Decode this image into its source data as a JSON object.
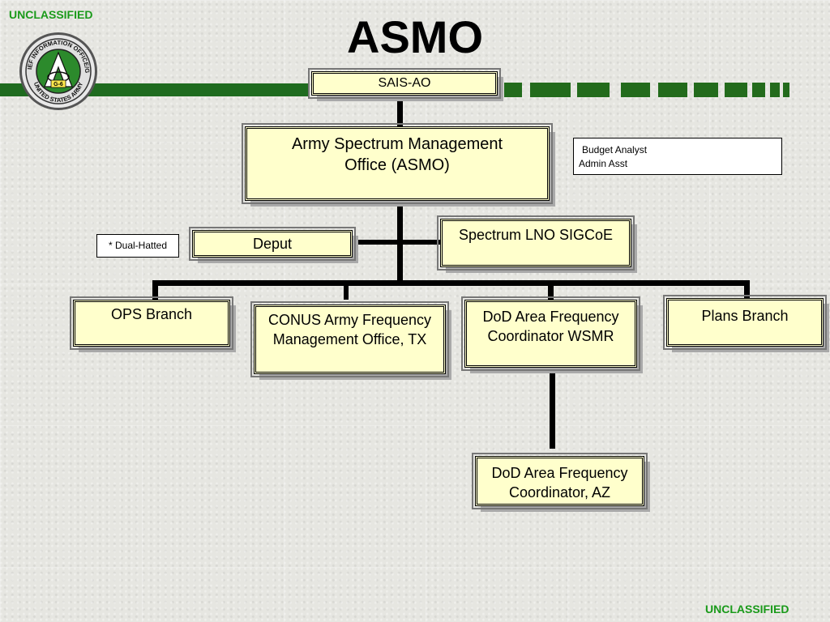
{
  "classification": {
    "top": "UNCLASSIFIED",
    "bottom": "UNCLASSIFIED"
  },
  "title": "ASMO",
  "logo": {
    "ring_text": "CHIEF INFORMATION OFFICE/G-6 • UNITED STATES ARMY",
    "center_text": "G-6",
    "icon": "cio-g6-seal-icon"
  },
  "colors": {
    "accent_green": "#1a9a1a",
    "band_green": "#1f6b1f",
    "box_fill": "#ffffcc"
  },
  "org": {
    "sais_ao": "SAIS-AO",
    "asmo": "Army Spectrum Management Office (ASMO)",
    "staff": [
      "Budget Analyst",
      "Admin Asst"
    ],
    "deputy": "Deput",
    "dual_hatted": "* Dual-Hatted",
    "spectrum_lno": "Spectrum LNO SIGCoE",
    "ops_branch": "OPS Branch",
    "conus": "CONUS Army Frequency Management Office, TX",
    "dod_wsmr": "DoD Area Frequency Coordinator WSMR",
    "plans_branch": "Plans Branch",
    "dod_az": "DoD Area Frequency Coordinator, AZ"
  }
}
